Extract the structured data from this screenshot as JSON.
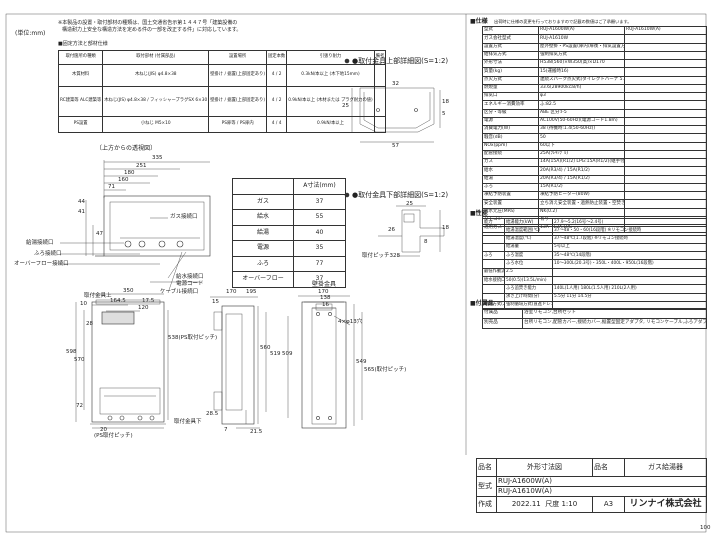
{
  "unit_label": "(単位:mm)",
  "notes": {
    "line1": "※本製品の設置・取付部材の種類は、国土交通省告示第１４４７号「建築設備の",
    "line2": "構造耐力上安全な構造方法を定める件の一部を改正する件」に対応しています。"
  },
  "fixing_section_title": "■固定方法と部材仕様",
  "fixing_table": {
    "headers": [
      "取付箇所の種類",
      "取付部材 (付属部品)",
      "設置場所",
      "固定本数",
      "引張り耐力",
      "備考"
    ],
    "rows": [
      [
        "木質材料",
        "木ねじ(JIS) φ4.8×38",
        "壁掛け / 据置(上部固定あり)",
        "4 / 2",
        "0.3kN/本以上 (木下地15mm)",
        ""
      ],
      [
        "RC建築等 ALC建築等",
        "木ねじ(JIS) φ4.8×38 / フィッシャープラグSX 6×30",
        "壁掛け / 据置(上部固定あり)",
        "4 / 2",
        "0.9kN/本以上 (木材または プラグ耐力の値)",
        ""
      ],
      [
        "PS設置",
        "小ねじ M5×10",
        "PS扉等 / PS扉内",
        "4 / 4",
        "0.9kN/本以上",
        ""
      ]
    ]
  },
  "top_view": {
    "title": "〔上方からの透視図〕",
    "dims": [
      "335",
      "251",
      "180",
      "160",
      "71",
      "44",
      "41",
      "47"
    ],
    "labels": [
      "ガス接続口",
      "給湯接続口",
      "ふろ接続口",
      "オーバーフロー接続口",
      "給水接続口",
      "電源コード",
      "ケーブル接続口"
    ]
  },
  "dim_table": {
    "header": [
      "",
      "A寸法(mm)"
    ],
    "rows": [
      [
        "ガス",
        "37"
      ],
      [
        "給水",
        "55"
      ],
      [
        "給湯",
        "40"
      ],
      [
        "電源",
        "35"
      ],
      [
        "ふろ",
        "77"
      ],
      [
        "オーバーフロー",
        "37"
      ]
    ]
  },
  "fitting_details": {
    "detail1_title": "●取付金具上部詳細図(S=1:2)",
    "detail2_title": "●取付金具下部詳細図(S=1:2)",
    "d1_dims": [
      "32",
      "25",
      "18",
      "5",
      "57"
    ],
    "d2_dims": [
      "25",
      "26",
      "18",
      "8"
    ],
    "pitch_label": "取付ピッチ328"
  },
  "front_view": {
    "dims": [
      "350",
      "164.5",
      "120",
      "17.5",
      "10",
      "28",
      "598",
      "570",
      "538(PS取付ピッチ)",
      "20",
      "72"
    ],
    "labels": [
      "取付金具上",
      "取付金具下",
      "(PS取付ピッチ)"
    ]
  },
  "side_view": {
    "dims": [
      "170",
      "15",
      "28.5",
      "7",
      "195",
      "560",
      "519",
      "21.5"
    ]
  },
  "wall_view": {
    "title": "壁掛金具",
    "dims": [
      "170",
      "138",
      "16",
      "4×φ13穴",
      "509",
      "549",
      "565(取付ピッチ)"
    ]
  },
  "spec_section_title": "■仕様",
  "spec_note": "出荷時に仕様の変更を行っておりますので記載の数値はご了承願います。",
  "spec_table": {
    "rows": [
      [
        "型式",
        "RUJ-A1600W(A)",
        "RUJ-A1610W(A)"
      ],
      [
        "ガス会社型式",
        "RUJ-A1610W",
        ""
      ],
      [
        "設置方式",
        "屋外壁掛・PS設置(扉内/扉後・排気設置方式)",
        ""
      ],
      [
        "給排気方式",
        "強制排気方式",
        ""
      ],
      [
        "外形寸法",
        "H538(560)×W350(高)×D170",
        ""
      ],
      [
        "質量(kg)",
        "15(運搬時16)",
        ""
      ],
      [
        "点火方式",
        "連続スパーク点火式(ダイレクトバーナ 5.2(5.5/5.0/4)",
        ""
      ],
      [
        "燃焼量",
        "33.6(28900kcal/h)",
        ""
      ],
      [
        "排気口",
        "φ3",
        ""
      ],
      [
        "エネルギー消費効率",
        "ふ:82.5",
        ""
      ],
      [
        "区分・等級",
        "ABE 区分:I-5",
        ""
      ],
      [
        "電源",
        "AC100V(50-60Hz)(電源コード1.8m)",
        ""
      ],
      [
        "消費電力(W)",
        "38 (待機時:1.4(50-60Hz))",
        ""
      ],
      [
        "騒音(dB)",
        "50",
        ""
      ],
      [
        "NOx(ppm)",
        "60以下",
        ""
      ],
      [
        "配管接続",
        "25A(ﾌﾚｷｼﾌﾞﾙ)",
        ""
      ],
      [
        "ガス",
        "14A(15A)(R1/2) LPG:15A(R1/2)(継手付)",
        ""
      ],
      [
        "給水",
        "20A(R3/4) / 15A(R1/2)",
        ""
      ],
      [
        "給湯",
        "20A(R3/4) / 15A(R1/2)",
        ""
      ],
      [
        "ふろ",
        "15A(R1/2)",
        ""
      ],
      [
        "凍結予防装置",
        "凍結予防ヒーター(80W)",
        ""
      ],
      [
        "安全装置",
        "立ち消え安全装置・過熱防止装置・空焚き防止装置・凍結予防装置 / 漏電保護装置・過電流保護装置",
        ""
      ],
      [
        "給水元圧(MPa)",
        "NK(0.2)",
        ""
      ],
      [
        "リモコン",
        "有り",
        ""
      ],
      [
        "適用ガス",
        "13A・12A,LPG",
        ""
      ]
    ]
  },
  "perf_section_title": "■性能",
  "perf_table": {
    "rows": [
      [
        "能力",
        "給湯能力(kW)",
        "27.9〜5.2(16号〜2.4号)"
      ],
      [
        "",
        "給湯温度範囲(℃)",
        "37〜48・50・60(16段階)  ※リモコン接続時"
      ],
      [
        "",
        "給湯温度(℃)",
        "37〜48℃(1.7段階) ※リモコン接続時"
      ],
      [
        "",
        "給湯量",
        "5号以上"
      ],
      [
        "ふろ",
        "ふろ温度",
        "35〜48℃(14段階)"
      ],
      [
        "",
        "ふろ水位",
        "10〜300L(20.3号)・350L・400L・950L(16段階)"
      ],
      [
        "最低作動流量(L/分)",
        "2.5",
        ""
      ],
      [
        "給水接続口",
        "50(0.5)(13.5L/min)",
        ""
      ],
      [
        "",
        "ふろ追焚き能力",
        "140L(1人用) 180L(1.5人用) 210L(2人用)"
      ],
      [
        "",
        "沸き上げ時間(分)",
        "5.5分  11分  14.5分"
      ],
      [
        "燃焼方式(ふろ)",
        "強制循環方式(直進ドレン)",
        ""
      ]
    ]
  },
  "acc_section_title": "■付属品",
  "acc_table": {
    "rows": [
      [
        "付属品",
        "浴室リモコン,台所セット"
      ],
      [
        "別売品",
        "台所リモコン,配管カバー,接続カバー,据置型固定アダプタ, リモコンケーブル,ふろアダプタ"
      ]
    ]
  },
  "title_block": {
    "name_label": "品名",
    "drawing_name": "外形寸法図",
    "product_label": "品名",
    "product_name": "ガス給湯器",
    "model_label": "型式",
    "model_1": "RUJ-A1600W(A)",
    "model_2": "RUJ-A1610W(A)",
    "date_label": "作成",
    "date": "2022.11",
    "scale_label": "尺度",
    "scale": "1:10",
    "paper": "A3",
    "company": "リンナイ株式会社"
  },
  "page_number": "100"
}
